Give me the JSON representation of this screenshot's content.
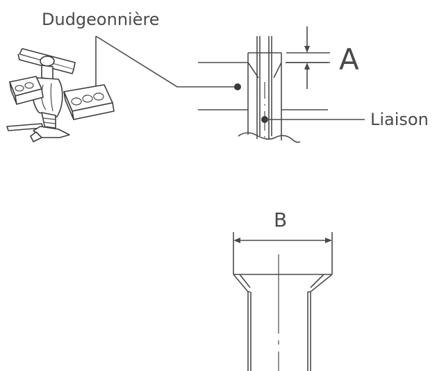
{
  "labels": {
    "tool": "Dudgeonnière",
    "liaison": "Liaison",
    "dim_a": "A",
    "dim_b": "B"
  },
  "colors": {
    "line": "#4a4a4a",
    "background": "#ffffff"
  }
}
